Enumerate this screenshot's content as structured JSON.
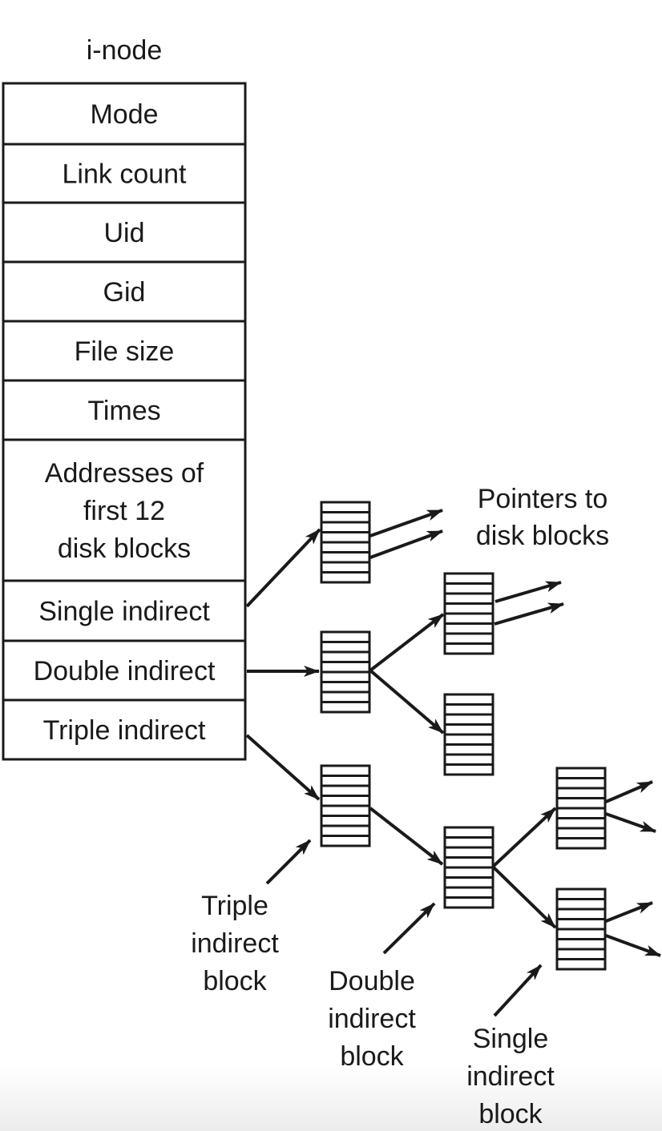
{
  "inode": {
    "title": "i-node",
    "fields": [
      {
        "id": "mode",
        "lines": [
          "Mode"
        ]
      },
      {
        "id": "link-count",
        "lines": [
          "Link count"
        ]
      },
      {
        "id": "uid",
        "lines": [
          "Uid"
        ]
      },
      {
        "id": "gid",
        "lines": [
          "Gid"
        ]
      },
      {
        "id": "file-size",
        "lines": [
          "File size"
        ]
      },
      {
        "id": "times",
        "lines": [
          "Times"
        ]
      },
      {
        "id": "direct-addresses",
        "lines": [
          "Addresses of",
          "first 12",
          "disk blocks"
        ]
      },
      {
        "id": "single-indirect",
        "lines": [
          "Single indirect"
        ]
      },
      {
        "id": "double-indirect",
        "lines": [
          "Double indirect"
        ]
      },
      {
        "id": "triple-indirect",
        "lines": [
          "Triple indirect"
        ]
      }
    ]
  },
  "blocks": {
    "slots_per_block": 8,
    "items": [
      {
        "id": "single-indirect-block-1",
        "level": "single"
      },
      {
        "id": "double-indirect-block-1",
        "level": "double"
      },
      {
        "id": "double-child-single-block-1",
        "level": "single"
      },
      {
        "id": "double-child-single-block-2",
        "level": "single"
      },
      {
        "id": "triple-indirect-block-1",
        "level": "triple"
      },
      {
        "id": "triple-child-double-block-1",
        "level": "double"
      },
      {
        "id": "triple-grandchild-single-block-1",
        "level": "single"
      },
      {
        "id": "triple-grandchild-single-block-2",
        "level": "single"
      }
    ]
  },
  "labels": {
    "pointers": [
      "Pointers to",
      "disk blocks"
    ],
    "triple_block": [
      "Triple",
      "indirect",
      "block"
    ],
    "double_block": [
      "Double",
      "indirect",
      "block"
    ],
    "single_block": [
      "Single",
      "indirect",
      "block"
    ]
  },
  "colors": {
    "ink": "#1a1a1a",
    "background": "#ffffff"
  }
}
